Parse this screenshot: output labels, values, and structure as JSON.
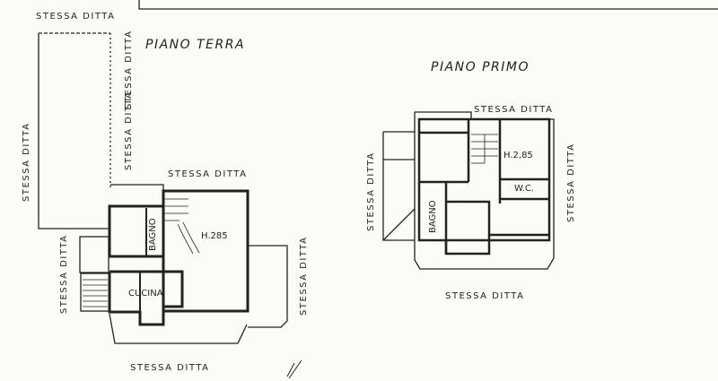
{
  "ground_floor": {
    "title": "PIANO TERRA",
    "neighbor_label": "STESSA DITTA",
    "rooms": {
      "bathroom": "BAGNO",
      "kitchen": "CUCINA",
      "height": "H.285"
    }
  },
  "first_floor": {
    "title": "PIANO PRIMO",
    "neighbor_label": "STESSA DITTA",
    "rooms": {
      "bathroom": "BAGNO",
      "wc": "W.C.",
      "height": "H.2,85"
    }
  },
  "signature": "l/"
}
